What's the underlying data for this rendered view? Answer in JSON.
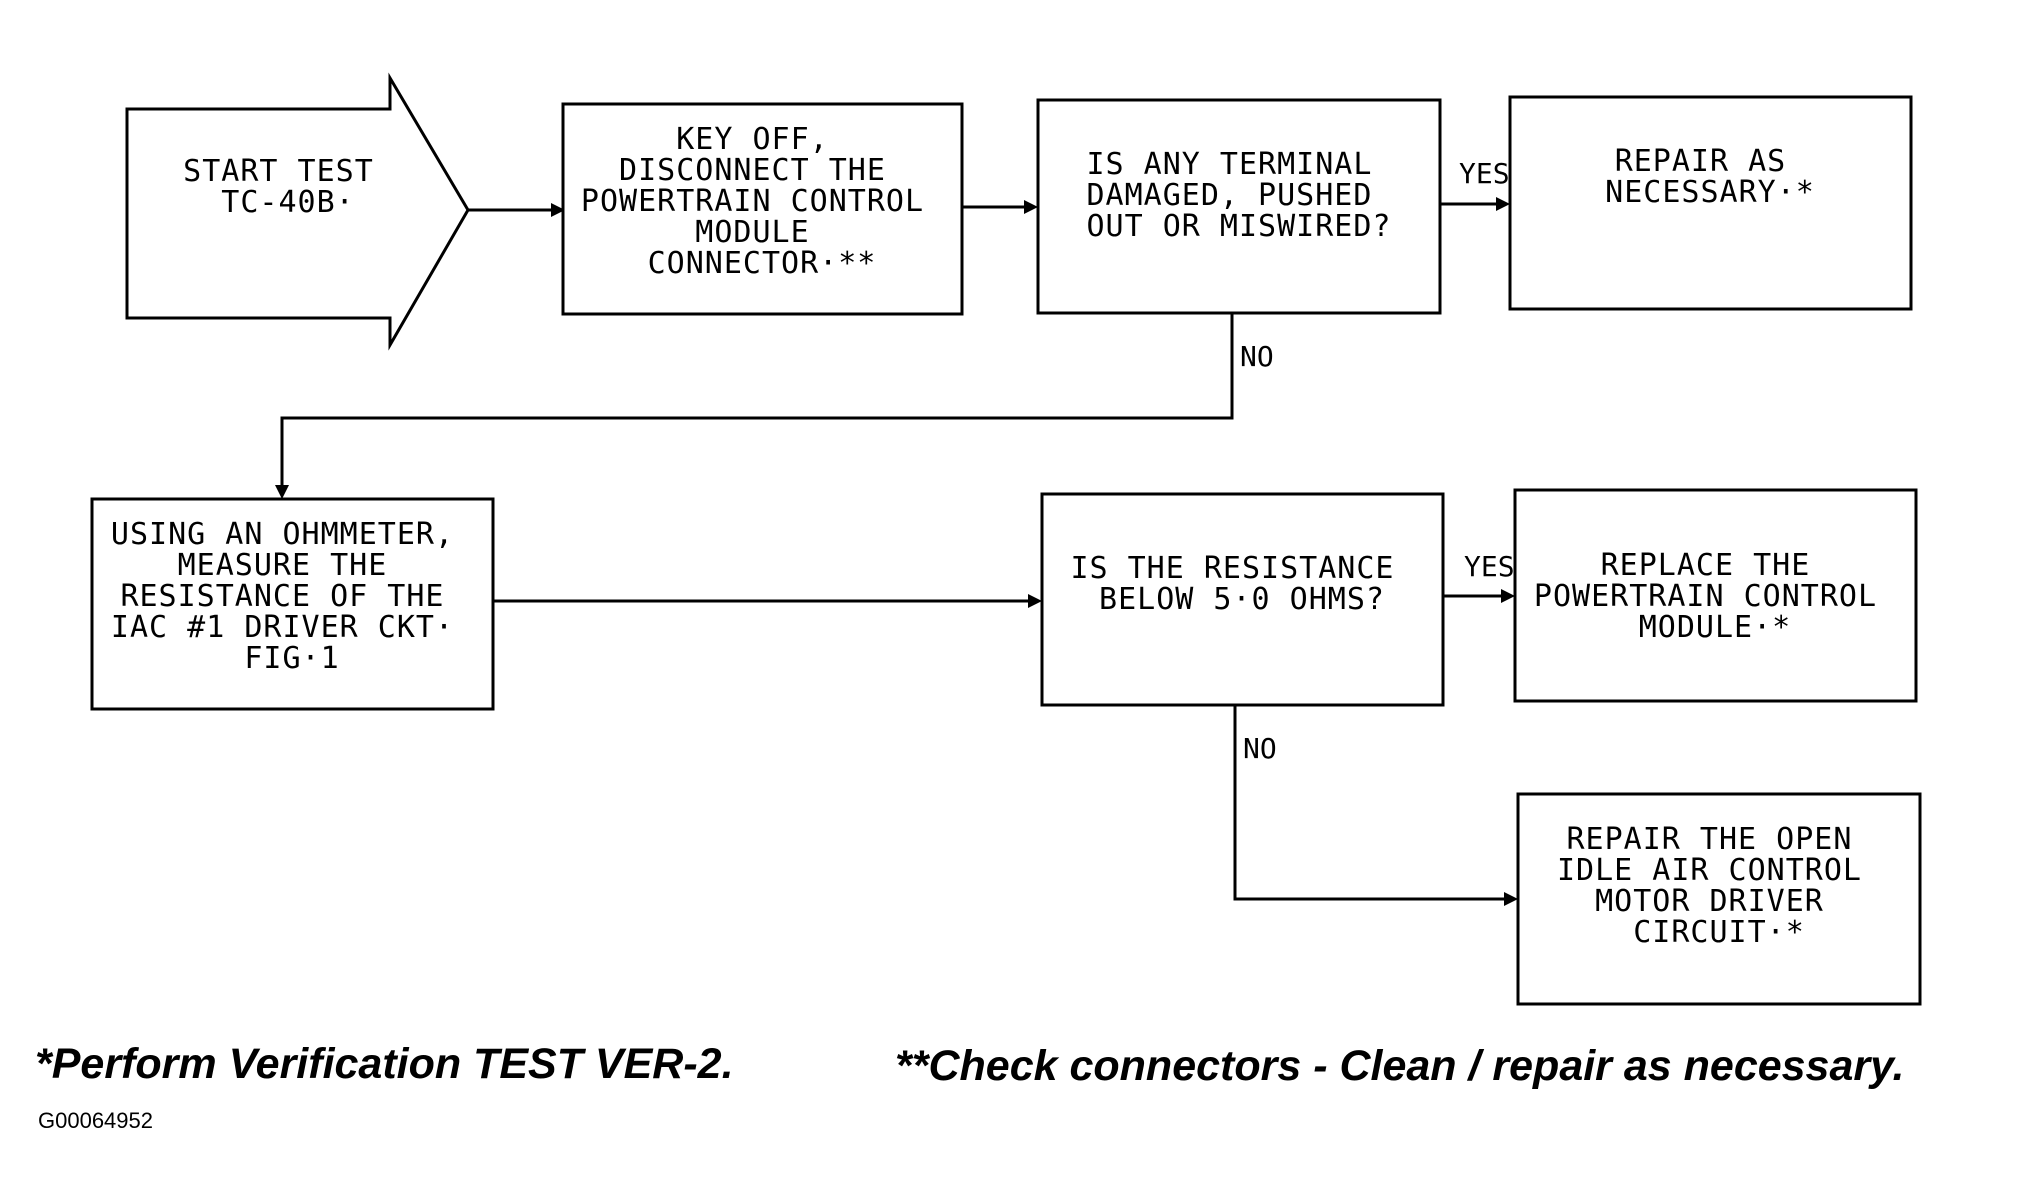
{
  "nodes": {
    "start": {
      "lines": [
        "START TEST",
        "TC-40B·"
      ]
    },
    "key_off": {
      "lines": [
        "KEY OFF,",
        "DISCONNECT THE",
        "POWERTRAIN CONTROL",
        "MODULE",
        "CONNECTOR·**"
      ]
    },
    "terminal_check": {
      "lines": [
        "IS ANY TERMINAL",
        "DAMAGED, PUSHED",
        "OUT OR MISWIRED?"
      ]
    },
    "repair_necessary": {
      "lines": [
        "REPAIR AS",
        "NECESSARY·*"
      ]
    },
    "ohmmeter": {
      "lines": [
        "USING AN OHMMETER,",
        "MEASURE THE",
        "RESISTANCE OF THE",
        "IAC #1 DRIVER CKT·",
        "FIG·1"
      ]
    },
    "resistance_check": {
      "lines": [
        "IS THE RESISTANCE",
        "BELOW 5·0 OHMS?"
      ]
    },
    "replace_pcm": {
      "lines": [
        "REPLACE THE",
        "POWERTRAIN CONTROL",
        "MODULE·*"
      ]
    },
    "repair_open": {
      "lines": [
        "REPAIR THE OPEN",
        "IDLE AIR CONTROL",
        "MOTOR DRIVER",
        "CIRCUIT·*"
      ]
    }
  },
  "edge_labels": {
    "terminal_yes": "YES",
    "terminal_no": "NO",
    "resistance_yes": "YES",
    "resistance_no": "NO"
  },
  "footnotes": {
    "verification": "*Perform Verification TEST VER-2.",
    "connectors": "**Check connectors - Clean / repair as necessary."
  },
  "figure_id": "G00064952"
}
